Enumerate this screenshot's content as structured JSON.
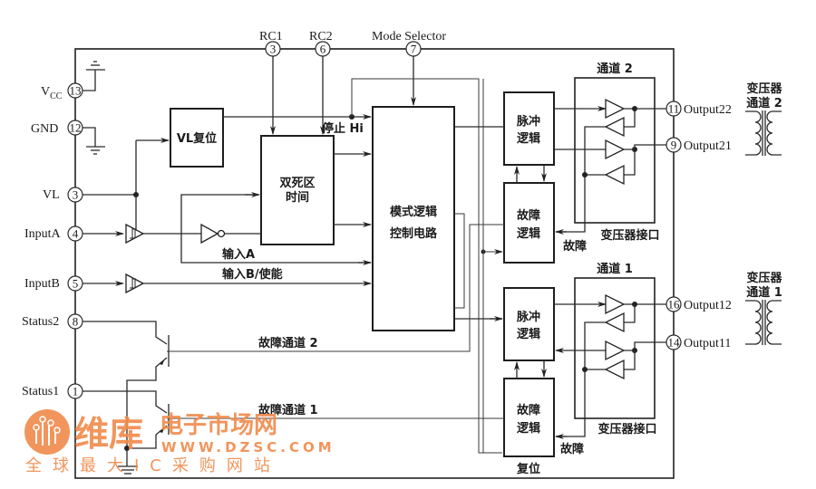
{
  "top_pins": [
    {
      "id": "rc1",
      "label": "RC1",
      "num": "3"
    },
    {
      "id": "rc2",
      "label": "RC2",
      "num": "6"
    },
    {
      "id": "mode",
      "label": "Mode Selector",
      "num": "7"
    }
  ],
  "left_pins": [
    {
      "id": "vcc",
      "label": "V",
      "sub": "CC",
      "num": "13"
    },
    {
      "id": "gnd",
      "label": "GND",
      "num": "12"
    },
    {
      "id": "vl",
      "label": "VL",
      "num": "3"
    },
    {
      "id": "inputa",
      "label": "InputA",
      "num": "4"
    },
    {
      "id": "inputb",
      "label": "InputB",
      "num": "5"
    },
    {
      "id": "status2",
      "label": "Status2",
      "num": "8"
    },
    {
      "id": "status1",
      "label": "Status1",
      "num": "1"
    }
  ],
  "right_pins": [
    {
      "id": "out22",
      "label": "Output22",
      "num": "11"
    },
    {
      "id": "out21",
      "label": "Output21",
      "num": "9"
    },
    {
      "id": "out12",
      "label": "Output12",
      "num": "16"
    },
    {
      "id": "out11",
      "label": "Output11",
      "num": "14"
    }
  ],
  "blocks": {
    "vl_reset": "VL复位",
    "dead_time_l1": "双死区",
    "dead_time_l2": "时间",
    "mode_logic_l1": "模式逻辑",
    "mode_logic_l2": "控制电路",
    "pulse2_l1": "脉冲",
    "pulse2_l2": "逻辑",
    "fault2_l1": "故障",
    "fault2_l2": "逻辑",
    "pulse1_l1": "脉冲",
    "pulse1_l2": "逻辑",
    "fault1_l1": "故障",
    "fault1_l2": "逻辑"
  },
  "labels": {
    "stop_hi": "停止 Hi",
    "input_a": "输入A",
    "input_b_enable": "输入B/使能",
    "fault_ch2": "故障通道 2",
    "fault_ch1": "故障通道 1",
    "channel2": "通道 2",
    "channel1": "通道 1",
    "xfmr_if_2": "变压器接口",
    "xfmr_if_1": "变压器接口",
    "fault_2": "故障",
    "fault_1": "故障",
    "reset": "复位",
    "xfmr2_l1": "变压器",
    "xfmr2_l2": "通道 2",
    "xfmr1_l1": "变压器",
    "xfmr1_l2": "通道 1"
  },
  "watermark": {
    "brand_big": "维库",
    "brand_rest": "电子市场网",
    "url": "WWW.DZSC.COM",
    "slogan": "全球最大IC采购网站",
    "color": "#f08a4b"
  }
}
